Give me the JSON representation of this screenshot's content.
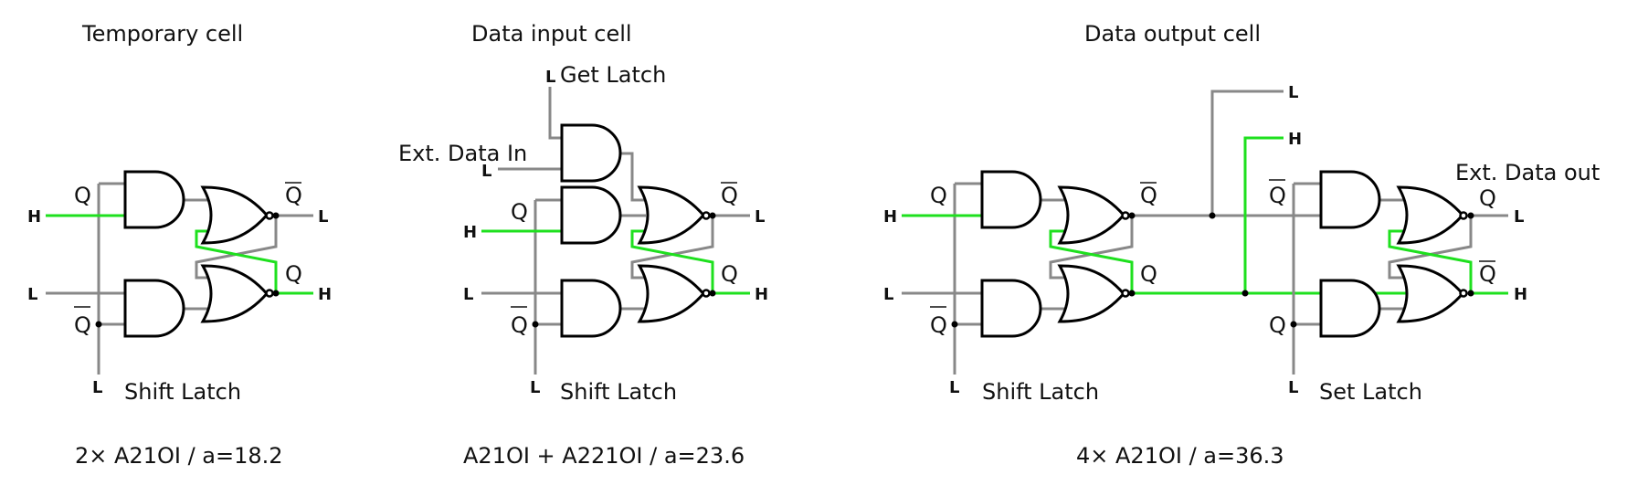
{
  "colors": {
    "wire_low": "#888888",
    "wire_high": "#1ee01e",
    "gate_outline": "#000000"
  },
  "cells": [
    {
      "id": "temporary",
      "title": "Temporary cell",
      "caption": "2× A21OI / a=18.2",
      "latch_label": "Shift Latch",
      "inputs": {
        "top": "H",
        "bottom": "L",
        "latch": "L"
      },
      "outputs": {
        "top": "L",
        "bottom": "H"
      },
      "labels": {
        "in_top": "Q",
        "in_bottom": "Q",
        "out_top": "Q",
        "out_bottom": "Q"
      }
    },
    {
      "id": "data-input",
      "title": "Data input cell",
      "caption": "A21OI + A221OI / a=23.6",
      "latch_label": "Shift Latch",
      "get_latch_label": "Get Latch",
      "get_latch_level": "L",
      "ext_label": "Ext. Data In",
      "ext_level": "L",
      "inputs": {
        "top": "H",
        "bottom": "L",
        "latch": "L"
      },
      "outputs": {
        "top": "L",
        "bottom": "H"
      },
      "labels": {
        "in_top": "Q",
        "in_bottom": "Q",
        "out_top": "Q",
        "out_bottom": "Q"
      }
    },
    {
      "id": "data-output",
      "title": "Data output cell",
      "caption": "4× A21OI / a=36.3",
      "latch_label": "Shift Latch",
      "set_latch_label": "Set Latch",
      "ext_label": "Ext. Data out",
      "inputs": {
        "top": "H",
        "bottom": "L",
        "latch": "L",
        "set_latch": "L"
      },
      "bus_levels": {
        "upper": "L",
        "lower": "H"
      },
      "outputs": {
        "top": "L",
        "bottom": "H"
      },
      "labels": {
        "in_top": "Q",
        "in_bottom": "Q",
        "mid_top": "Q",
        "mid_bottom": "Q",
        "r_in_top": "Q",
        "r_in_bottom": "Q",
        "out_top": "Q",
        "out_bottom": "Q"
      }
    }
  ]
}
